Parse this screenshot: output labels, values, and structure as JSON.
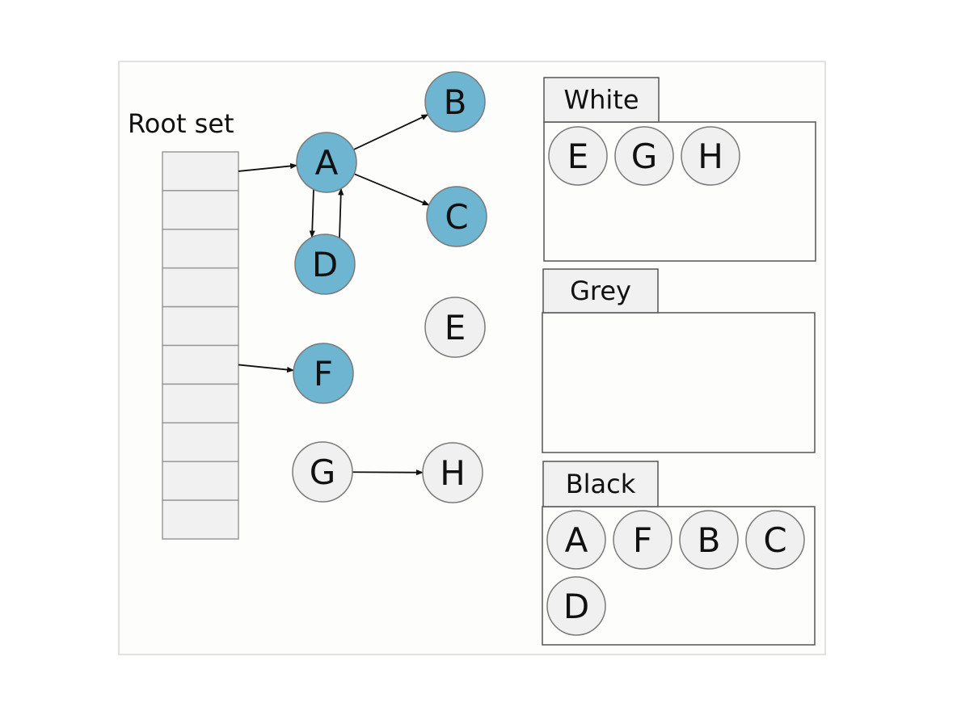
{
  "root_set": {
    "label": "Root set",
    "slot_count": 10
  },
  "nodes": [
    {
      "id": "A",
      "label": "A",
      "color": "blue"
    },
    {
      "id": "B",
      "label": "B",
      "color": "blue"
    },
    {
      "id": "C",
      "label": "C",
      "color": "blue"
    },
    {
      "id": "D",
      "label": "D",
      "color": "blue"
    },
    {
      "id": "E",
      "label": "E",
      "color": "white"
    },
    {
      "id": "F",
      "label": "F",
      "color": "blue"
    },
    {
      "id": "G",
      "label": "G",
      "color": "white"
    },
    {
      "id": "H",
      "label": "H",
      "color": "white"
    }
  ],
  "edges": [
    {
      "from": "root-slot-0",
      "to": "A"
    },
    {
      "from": "root-slot-5",
      "to": "F"
    },
    {
      "from": "A",
      "to": "B"
    },
    {
      "from": "A",
      "to": "C"
    },
    {
      "from": "A",
      "to": "D"
    },
    {
      "from": "D",
      "to": "A"
    },
    {
      "from": "G",
      "to": "H"
    }
  ],
  "sets": [
    {
      "id": "white",
      "label": "White",
      "members": [
        "E",
        "G",
        "H"
      ]
    },
    {
      "id": "grey",
      "label": "Grey",
      "members": []
    },
    {
      "id": "black",
      "label": "Black",
      "members": [
        "A",
        "F",
        "B",
        "C",
        "D"
      ]
    }
  ],
  "colors": {
    "marked_node": "#6db5d1",
    "unmarked_node": "#f0f0f0",
    "node_stroke": "#7a7a7a",
    "slot_fill": "#f1f1f1",
    "slot_stroke": "#9a9a9a",
    "frame_bg": "#fdfdfc",
    "frame_stroke": "#d8d8d8",
    "box_stroke": "#555555",
    "tab_fill": "#f1f1f1",
    "arrow": "#111111",
    "text": "#111111"
  }
}
